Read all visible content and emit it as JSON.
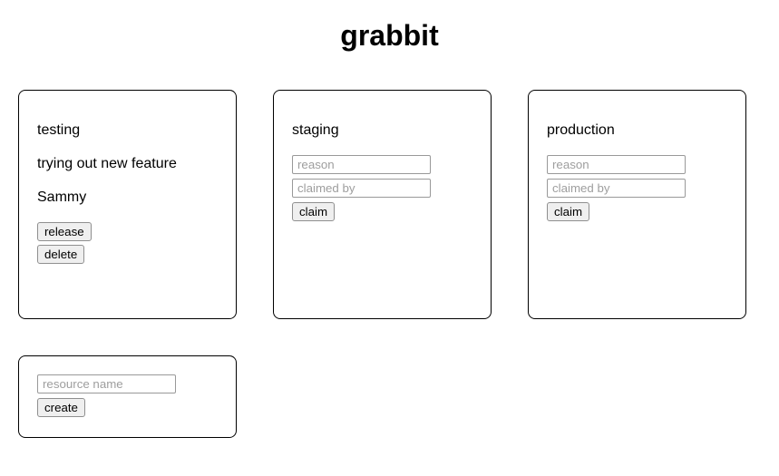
{
  "page": {
    "title": "grabbit"
  },
  "cards": [
    {
      "name": "testing",
      "state": "claimed",
      "reason": "trying out new feature",
      "claimed_by": "Sammy",
      "release_label": "release",
      "delete_label": "delete"
    },
    {
      "name": "staging",
      "state": "unclaimed",
      "reason_placeholder": "reason",
      "claimed_by_placeholder": "claimed by",
      "claim_label": "claim"
    },
    {
      "name": "production",
      "state": "unclaimed",
      "reason_placeholder": "reason",
      "claimed_by_placeholder": "claimed by",
      "claim_label": "claim"
    }
  ],
  "create_card": {
    "resource_placeholder": "resource name",
    "create_label": "create"
  },
  "colors": {
    "background": "#ffffff",
    "card_border": "#000000",
    "button_bg": "#efefef",
    "button_border": "#8f8f8f",
    "input_border": "#999999",
    "placeholder_text": "#9e9e9e",
    "text": "#000000"
  }
}
